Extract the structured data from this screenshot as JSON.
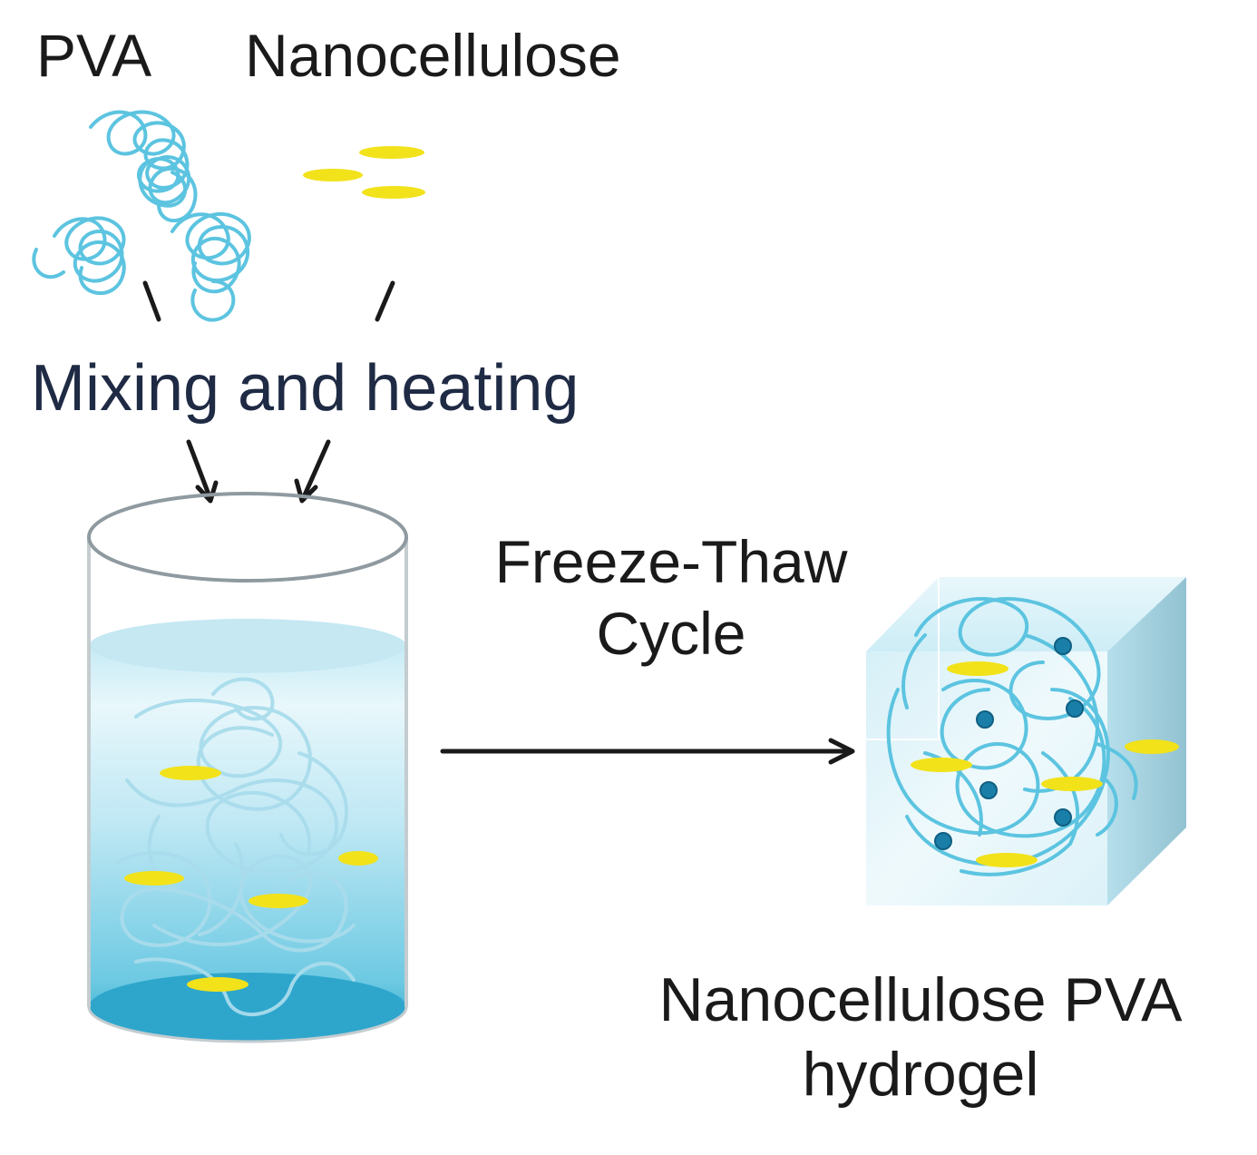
{
  "labels": {
    "pva": "PVA",
    "nanocellulose": "Nanocellulose",
    "mixing": "Mixing and heating",
    "freeze_thaw_line1": "Freeze-Thaw",
    "freeze_thaw_line2": "Cycle",
    "hydrogel_line1": "Nanocellulose PVA",
    "hydrogel_line2": "hydrogel"
  },
  "colors": {
    "pva_chain": "#5cc4e0",
    "nanocellulose": "#f2e21a",
    "crosslink": "#1a7fa8",
    "solution_top": "#cfeef7",
    "solution_bottom": "#3aaed0",
    "arrow": "#1a1a1a"
  }
}
